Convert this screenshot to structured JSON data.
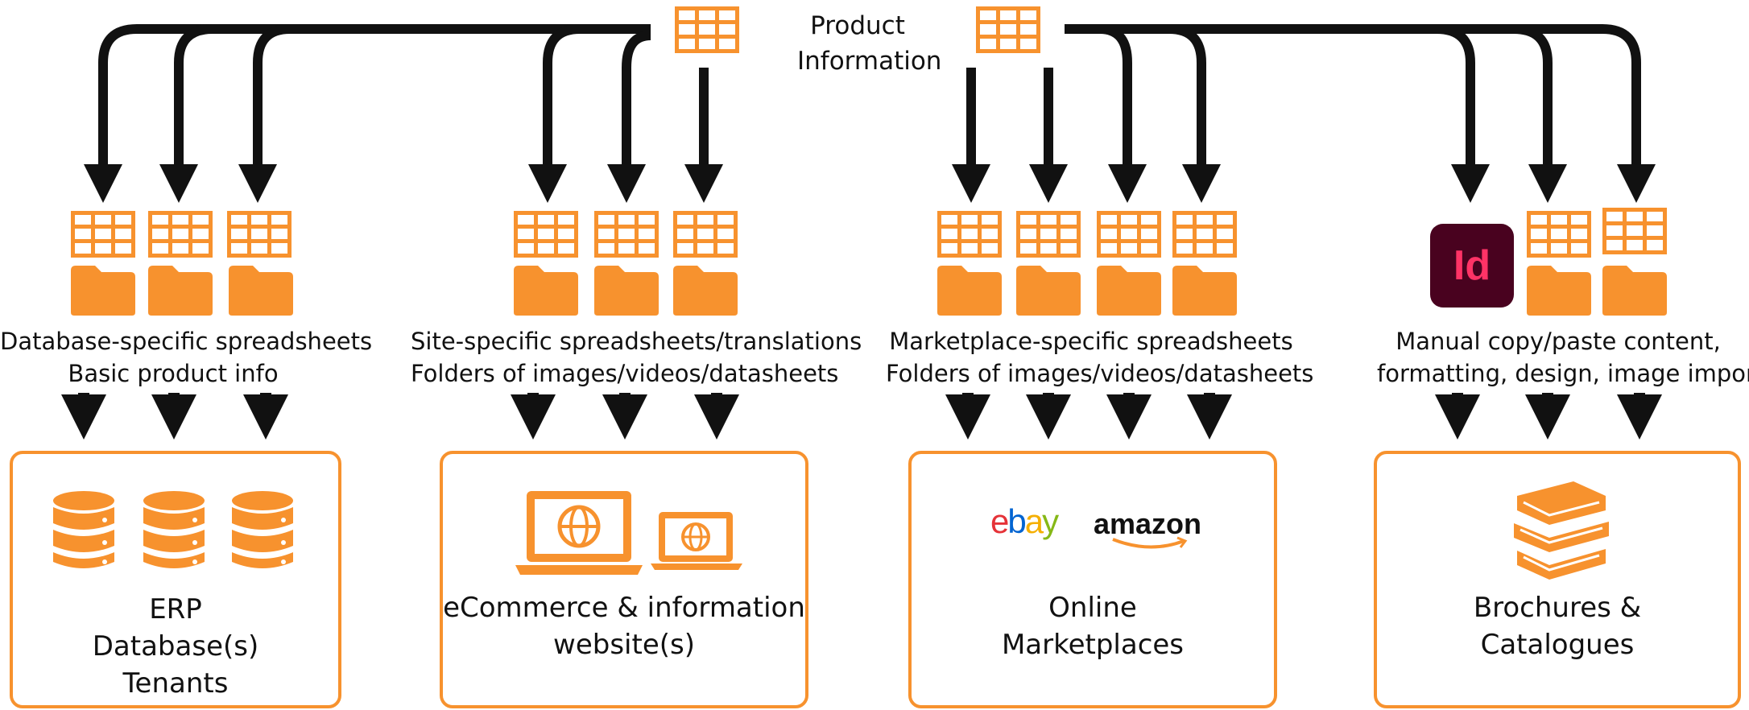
{
  "header": {
    "line1": "Product",
    "line2": "Information"
  },
  "colors": {
    "accent": "#f7922e",
    "arrow": "#111111",
    "indesign_bg": "#49021f",
    "indesign_text": "#ff3366"
  },
  "groups": [
    {
      "id": "erp",
      "label_line1": "Database-specific spreadsheets",
      "label_line2": "Basic product info",
      "output_lines": [
        "ERP",
        "Database(s)",
        "Tenants"
      ],
      "icons": [
        "database-icon",
        "database-icon",
        "database-icon"
      ]
    },
    {
      "id": "ecommerce",
      "label_line1": "Site-specific spreadsheets/translations",
      "label_line2": "Folders of images/videos/datasheets",
      "output_lines": [
        "eCommerce & information",
        "website(s)"
      ],
      "icons": [
        "laptop-globe-icon",
        "laptop-globe-icon"
      ]
    },
    {
      "id": "marketplaces",
      "label_line1": "Marketplace-specific spreadsheets",
      "label_line2": "Folders of images/videos/datasheets",
      "output_lines": [
        "Online",
        "Marketplaces"
      ],
      "logos": {
        "ebay": [
          "e",
          "b",
          "a",
          "y"
        ],
        "amazon": "amazon"
      }
    },
    {
      "id": "brochures",
      "label_line1": "Manual copy/paste content,",
      "label_line2": "formatting, design, image import",
      "output_lines": [
        "Brochures &",
        "Catalogues"
      ],
      "indesign_label": "Id",
      "icons": [
        "books-icon"
      ]
    }
  ]
}
